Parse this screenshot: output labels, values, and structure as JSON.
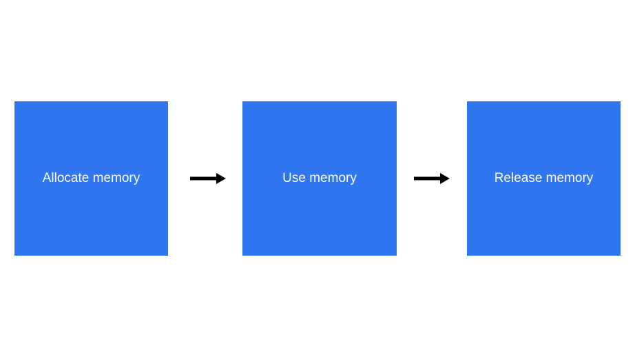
{
  "diagram": {
    "type": "flowchart",
    "direction": "left-to-right",
    "background_color": "#ffffff",
    "node_fill_color": "#3076f0",
    "node_text_color": "#fdfdfd",
    "arrow_color": "#000000",
    "nodes": [
      {
        "id": "allocate",
        "label": "Allocate memory"
      },
      {
        "id": "use",
        "label": "Use memory"
      },
      {
        "id": "release",
        "label": "Release memory"
      }
    ],
    "edges": [
      {
        "from": "allocate",
        "to": "use"
      },
      {
        "from": "use",
        "to": "release"
      }
    ]
  }
}
